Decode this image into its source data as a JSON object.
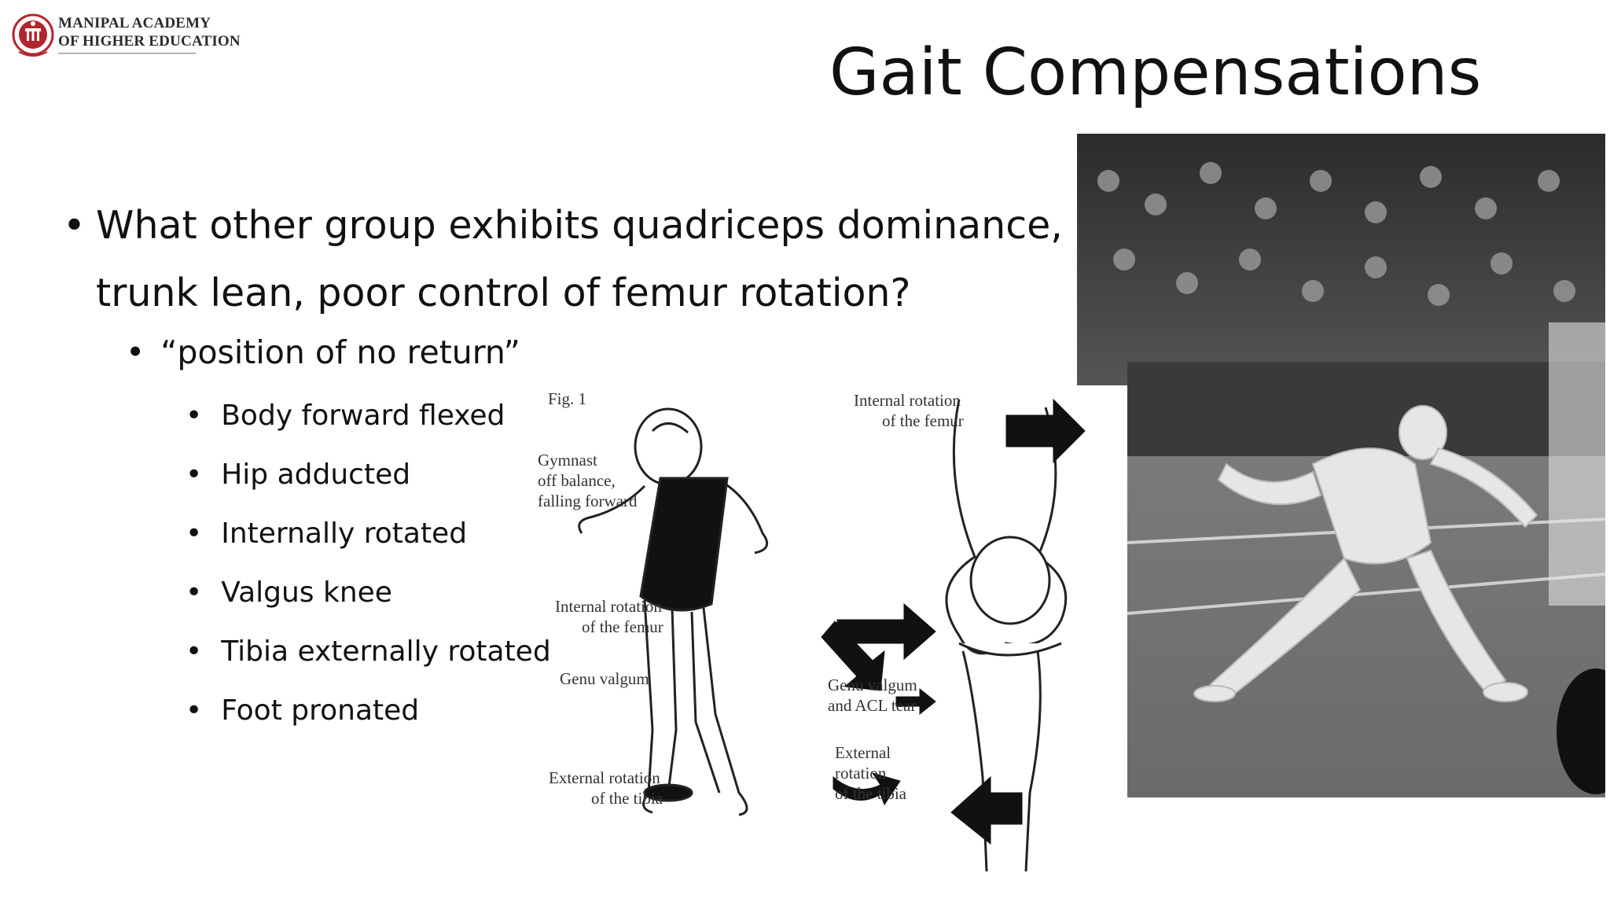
{
  "logo": {
    "line1": "MANIPAL ACADEMY",
    "line2": "OF HIGHER EDUCATION"
  },
  "title": "Gait Compensations",
  "bullets": {
    "main": "What other group exhibits quadriceps dominance, trunk lean, poor control of femur rotation?",
    "sub": "“position of no return”",
    "items": [
      "Body forward flexed",
      "Hip adducted",
      "Internally rotated",
      "Valgus knee",
      "Tibia externally rotated",
      "Foot pronated"
    ]
  },
  "figure": {
    "fig_label": "Fig. 1",
    "gymnast_label": [
      "Gymnast",
      "off balance,",
      "falling forward"
    ],
    "internal_rotation_left": [
      "Internal rotation",
      "of the femur"
    ],
    "genu_valgum": "Genu valgum",
    "external_rotation_left": [
      "External rotation",
      "of the tibia"
    ],
    "internal_rotation_right": [
      "Internal rotation",
      "of the femur"
    ],
    "genu_valgum_acl": [
      "Genu valgum",
      "and ACL tear"
    ],
    "external_rotation_right": [
      "External",
      "rotation",
      "of the tibia"
    ]
  },
  "colors": {
    "title": "#111111",
    "seal_red": "#b3262d",
    "photo_dark": "#3a3a3a"
  }
}
